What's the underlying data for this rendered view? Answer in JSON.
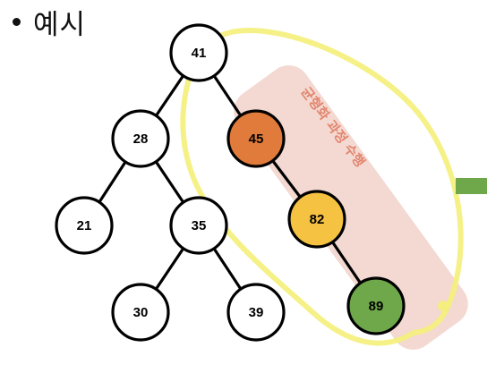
{
  "slide": {
    "bullet_title": "예시"
  },
  "tree": {
    "nodes": [
      {
        "id": "41",
        "label": "41",
        "fill": "#ffffff"
      },
      {
        "id": "28",
        "label": "28",
        "fill": "#ffffff"
      },
      {
        "id": "45",
        "label": "45",
        "fill": "#e07b3c"
      },
      {
        "id": "21",
        "label": "21",
        "fill": "#ffffff"
      },
      {
        "id": "35",
        "label": "35",
        "fill": "#ffffff"
      },
      {
        "id": "82",
        "label": "82",
        "fill": "#f5c242"
      },
      {
        "id": "30",
        "label": "30",
        "fill": "#ffffff"
      },
      {
        "id": "39",
        "label": "39",
        "fill": "#ffffff"
      },
      {
        "id": "89",
        "label": "89",
        "fill": "#6fa84a"
      }
    ],
    "edges": [
      [
        "41",
        "28"
      ],
      [
        "41",
        "45"
      ],
      [
        "28",
        "21"
      ],
      [
        "28",
        "35"
      ],
      [
        "35",
        "30"
      ],
      [
        "35",
        "39"
      ],
      [
        "45",
        "82"
      ],
      [
        "82",
        "89"
      ]
    ]
  },
  "annotation": {
    "label": "균형화 과정 수행",
    "label_color": "#e2856e",
    "band_color": "#e9b9ac",
    "outline_color": "#f4f07a"
  },
  "accent_color": "#6fa84a"
}
